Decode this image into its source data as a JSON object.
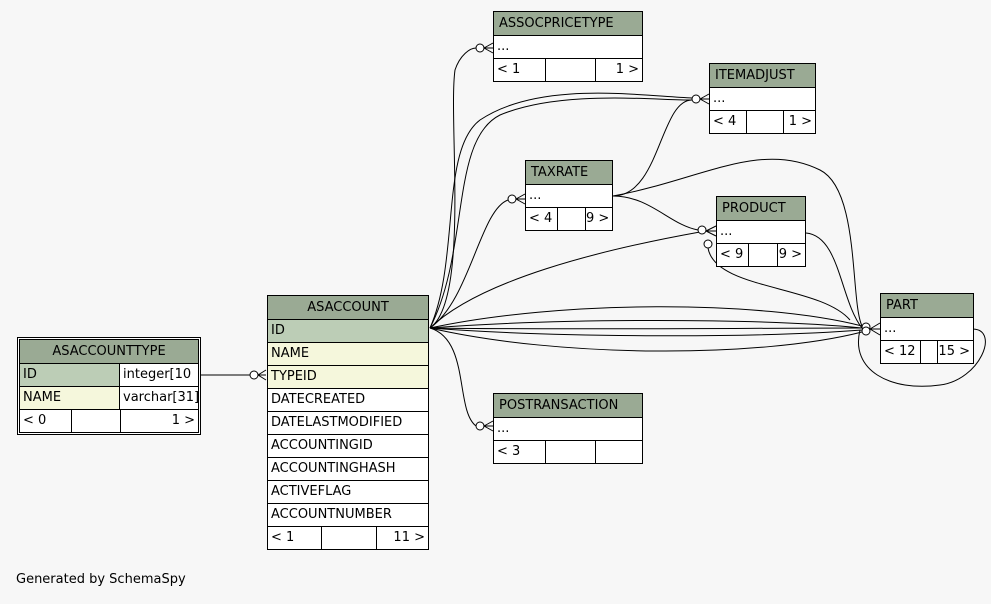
{
  "footer_note": "Generated by SchemaSpy",
  "tables": {
    "asaccounttype": {
      "name": "ASACCOUNTTYPE",
      "columns": [
        {
          "name": "ID",
          "type": "integer[10"
        },
        {
          "name": "NAME",
          "type": "varchar[31]"
        }
      ],
      "parents": "< 0",
      "children": "1 >"
    },
    "asaccount": {
      "name": "ASACCOUNT",
      "columns": [
        "ID",
        "NAME",
        "TYPEID",
        "DATECREATED",
        "DATELASTMODIFIED",
        "ACCOUNTINGID",
        "ACCOUNTINGHASH",
        "ACTIVEFLAG",
        "ACCOUNTNUMBER"
      ],
      "parents": "< 1",
      "children": "11 >"
    },
    "assocpricetype": {
      "name": "ASSOCPRICETYPE",
      "row": "...",
      "parents": "< 1",
      "children": "1 >"
    },
    "itemadjust": {
      "name": "ITEMADJUST",
      "row": "...",
      "parents": "< 4",
      "children": "1 >"
    },
    "taxrate": {
      "name": "TAXRATE",
      "row": "...",
      "parents": "< 4",
      "children": "9 >"
    },
    "product": {
      "name": "PRODUCT",
      "row": "...",
      "parents": "< 9",
      "children": "9 >"
    },
    "part": {
      "name": "PART",
      "row": "...",
      "parents": "< 12",
      "children": "15 >"
    },
    "postransaction": {
      "name": "POSTRANSACTION",
      "row": "...",
      "parents": "< 3",
      "children": ""
    }
  }
}
